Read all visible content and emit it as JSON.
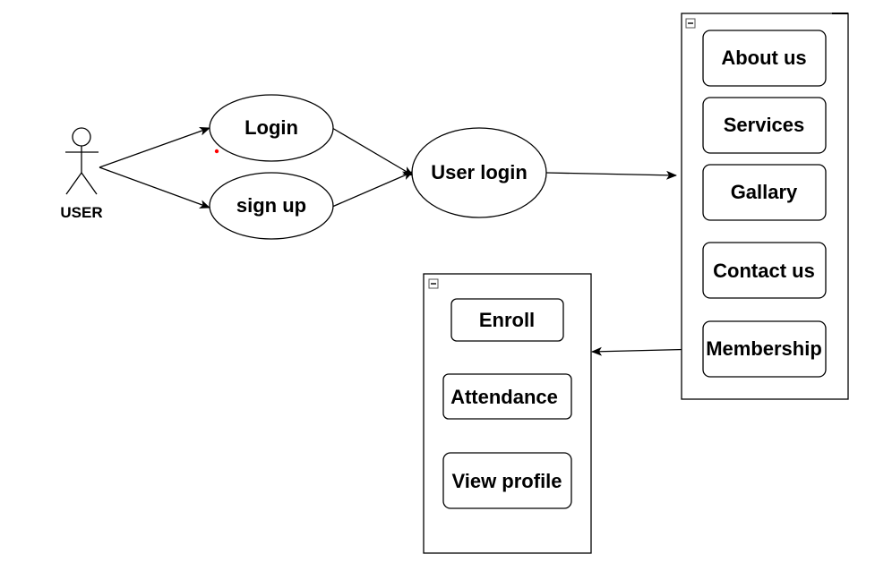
{
  "actor": {
    "label": "USER"
  },
  "use_cases": {
    "login": "Login",
    "signup": "sign up",
    "user_login": "User login"
  },
  "menu_panel": {
    "items": [
      "About us",
      "Services",
      "Gallary",
      "Contact us",
      "Membership"
    ]
  },
  "membership_panel": {
    "items": [
      "Enroll",
      "Attendance",
      "View profile"
    ]
  },
  "colors": {
    "stroke": "#000000",
    "background": "#ffffff",
    "marker": "#ff0000"
  }
}
